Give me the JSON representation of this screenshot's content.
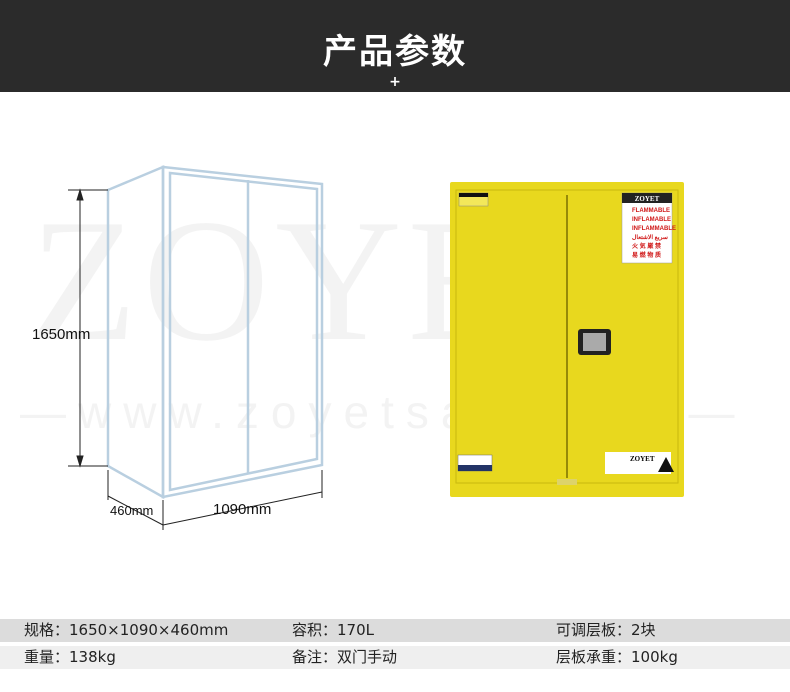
{
  "header": {
    "title": "产品参数",
    "plus": "+"
  },
  "watermark": {
    "brand": "ZOYET",
    "url": "—www.zoyetsafe.com—"
  },
  "dimensions": {
    "height": "1650mm",
    "depth": "460mm",
    "width": "1090mm"
  },
  "colors": {
    "header_bg": "#2b2b2b",
    "cabinet_yellow": "#e8d81e",
    "outline": "#b9cfe0"
  },
  "specs": [
    [
      "规格：1650×1090×460mm",
      "容积：170L",
      "可调层板：2块"
    ],
    [
      "重量：138kg",
      "备注：双门手动",
      "层板承重：100kg"
    ]
  ],
  "cabinet_labels": {
    "brand": "ZOYET",
    "warnings": [
      "FLAMMABLE",
      "INFLAMABLE",
      "INFLAMMABLE",
      "سريع الاشتعال",
      "火 気 厳 禁",
      "易 燃 物 质"
    ]
  }
}
